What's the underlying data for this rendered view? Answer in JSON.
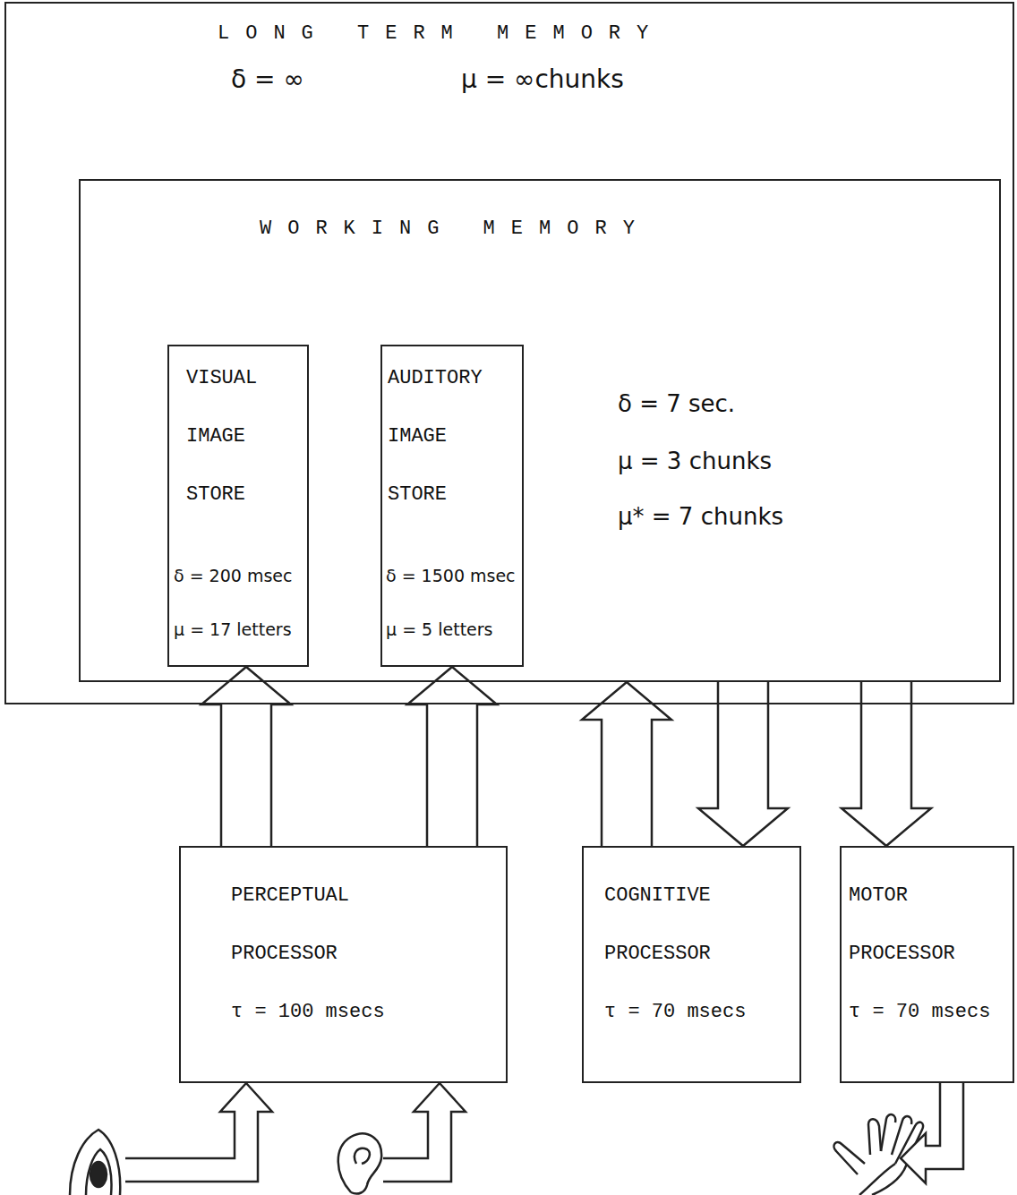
{
  "diagram": {
    "nodes": [
      {
        "text": [
          "LONG TERM MEMORY",
          "δ = ∞",
          "μ = ∞chunks"
        ]
      },
      {
        "text": [
          "WORKING MEMORY",
          "δ = 7 sec.",
          "μ = 3 chunks",
          "μ* = 7 chunks"
        ],
        "in": 0
      },
      {
        "text": [
          "VISUAL IMAGE STORE",
          "δ = 200 msec",
          "μ = 17 letters"
        ],
        "in": 1
      },
      {
        "text": [
          "AUDITORY IMAGE STORE",
          "δ = 1500 msec",
          "μ = 5 letters"
        ],
        "in": 1
      },
      {
        "text": [
          "PERCEPTUAL PROCESSOR",
          "τ = 100 msecs"
        ]
      },
      {
        "text": [
          "COGNITIVE PROCESSOR",
          "τ = 70 msecs"
        ]
      },
      {
        "text": [
          "MOTOR PROCESSOR",
          "τ = 70 msecs"
        ]
      }
    ],
    "edges": [
      {
        "from": 4,
        "to": 2,
        "arrow": "to"
      },
      {
        "from": 4,
        "to": 3,
        "arrow": "to"
      },
      {
        "from": 5,
        "to": 1,
        "arrow": "to"
      },
      {
        "from": 1,
        "to": 5,
        "arrow": "to"
      },
      {
        "from": 1,
        "to": 6,
        "arrow": "to"
      }
    ]
  }
}
